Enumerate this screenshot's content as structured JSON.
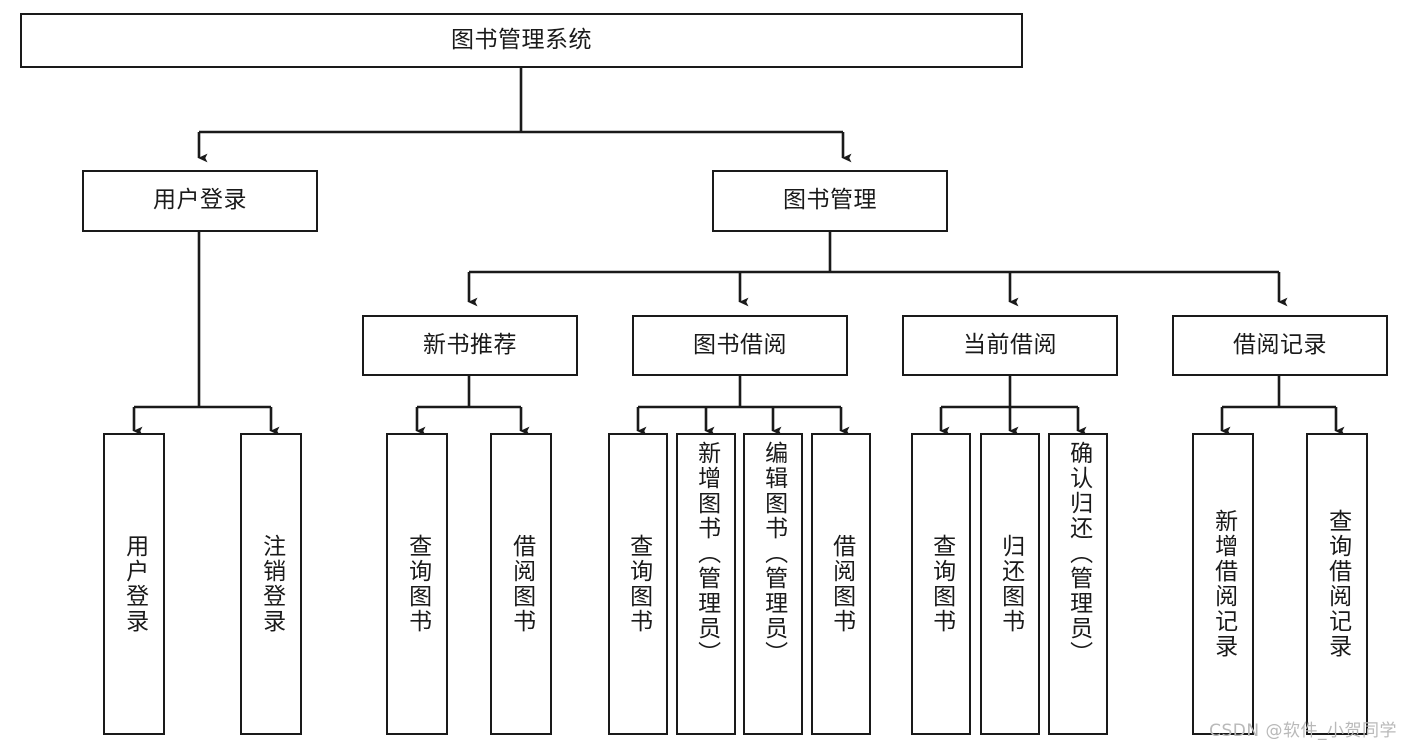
{
  "diagram": {
    "type": "tree-hierarchy",
    "title": "图书管理系统",
    "watermark": "CSDN @软件_小贺同学",
    "colors": {
      "box_border": "#1a1a1a",
      "box_fill": "#ffffff",
      "connector": "#1a1a1a",
      "text": "#1a1a1a",
      "watermark": "#b9b9b9",
      "background": "#ffffff"
    },
    "nodes": {
      "root": {
        "label": "图书管理系统"
      },
      "level2": [
        {
          "label": "用户登录"
        },
        {
          "label": "图书管理"
        }
      ],
      "level3": [
        {
          "label": "新书推荐"
        },
        {
          "label": "图书借阅"
        },
        {
          "label": "当前借阅"
        },
        {
          "label": "借阅记录"
        }
      ],
      "leaves": {
        "user_login": [
          {
            "label": "用户登录"
          },
          {
            "label": "注销登录"
          }
        ],
        "new_books": [
          {
            "label": "查询图书"
          },
          {
            "label": "借阅图书"
          }
        ],
        "book_borrow": [
          {
            "label": "查询图书"
          },
          {
            "label": "新增图书（管理员）"
          },
          {
            "label": "编辑图书（管理员）"
          },
          {
            "label": "借阅图书"
          }
        ],
        "current_borrow": [
          {
            "label": "查询图书"
          },
          {
            "label": "归还图书"
          },
          {
            "label": "确认归还（管理员）"
          }
        ],
        "borrow_records": [
          {
            "label": "新增借阅记录"
          },
          {
            "label": "查询借阅记录"
          }
        ]
      }
    }
  }
}
